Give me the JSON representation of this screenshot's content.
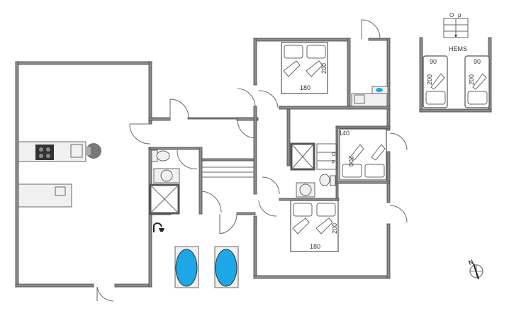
{
  "plan": {
    "hems_label": "HEMS",
    "stair_label_1": "O",
    "stair_label_2": "p",
    "stair_label_3": "O",
    "stair_label_4": "p",
    "compass_label": "N",
    "beds": [
      {
        "width": "180",
        "length": "200"
      },
      {
        "width": "140",
        "length": "200"
      },
      {
        "width": "180",
        "length": "200"
      },
      {
        "width": "90",
        "length": "200"
      },
      {
        "width": "90",
        "length": "200"
      }
    ],
    "colors": {
      "wall": "#8c8c8c",
      "tub_water": "#1ea7e6"
    }
  }
}
